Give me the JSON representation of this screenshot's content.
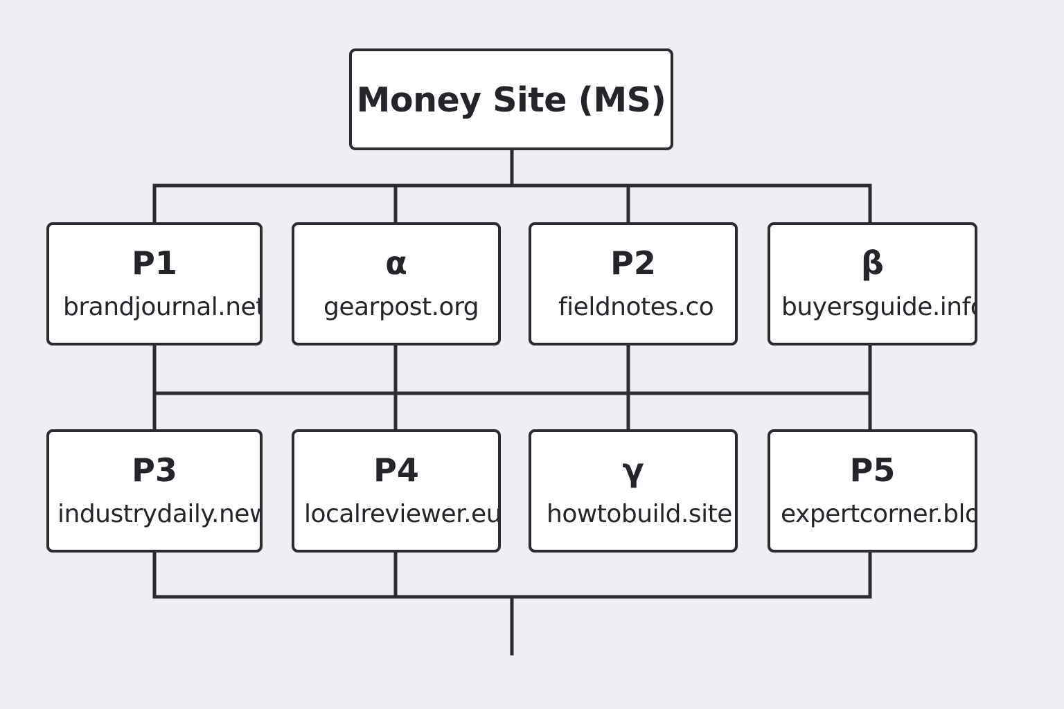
{
  "diagram": {
    "root": {
      "label": "Money Site (MS)"
    },
    "tier1": [
      {
        "id": "P1",
        "domain": "brandjournal.net"
      },
      {
        "id": "α",
        "domain": "gearpost.org"
      },
      {
        "id": "P2",
        "domain": "fieldnotes.co"
      },
      {
        "id": "β",
        "domain": "buyersguide.info"
      }
    ],
    "tier2": [
      {
        "id": "P3",
        "domain": "industrydaily.news"
      },
      {
        "id": "P4",
        "domain": "localreviewer.eu"
      },
      {
        "id": "γ",
        "domain": "howtobuild.site"
      },
      {
        "id": "P5",
        "domain": "expertcorner.blog"
      }
    ]
  },
  "colors": {
    "background": "#eeeff3",
    "node_fill": "#ffffff",
    "stroke": "#2a2c31",
    "text": "#23252a"
  }
}
